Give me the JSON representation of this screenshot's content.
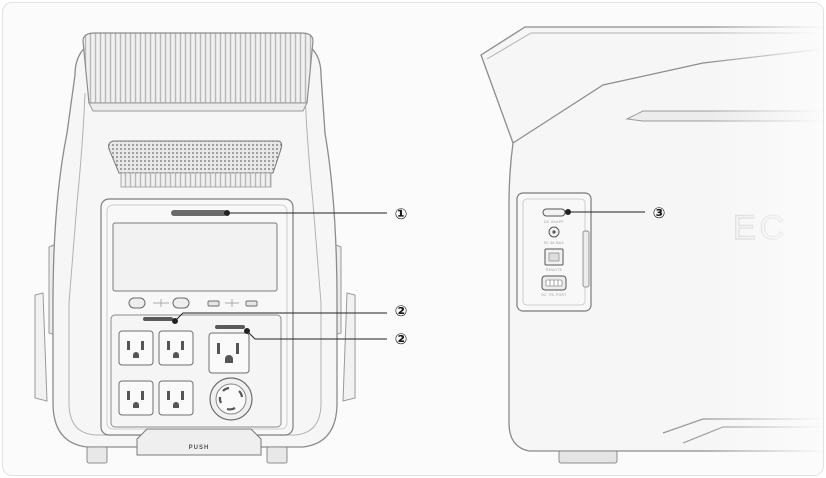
{
  "callouts": [
    {
      "id": "1",
      "label": "①"
    },
    {
      "id": "2a",
      "label": "②"
    },
    {
      "id": "2b",
      "label": "②"
    },
    {
      "id": "3",
      "label": "③"
    }
  ],
  "front": {
    "push_label": "PUSH"
  },
  "side": {
    "logo_text": "EC",
    "port_labels": [
      "DC IN/APP",
      "5V  3A  MAX",
      "REMOTE",
      "DC TRI-PORT"
    ]
  },
  "colors": {
    "outline": "#8c8c8c",
    "fill": "#f4f4f4",
    "accent_dark": "#3a3a3a",
    "callout_line": "#222222"
  }
}
